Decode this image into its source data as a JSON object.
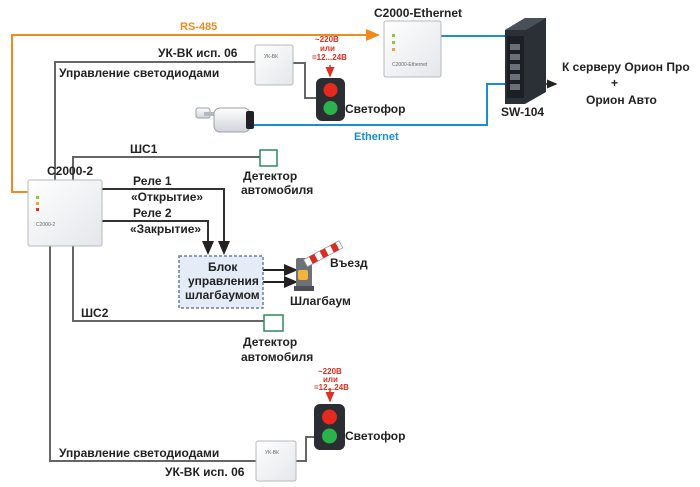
{
  "labels": {
    "rs485": "RS-485",
    "c2000_ethernet": "С2000-Ethernet",
    "uk_vk_top": "УК-ВК исп. 06",
    "led_control_top": "Управление светодиодами",
    "power_top_1": "~220В",
    "power_top_2": "или",
    "power_top_3": "=12...24В",
    "svetofor_top": "Светофор",
    "switch": "SW-104",
    "server_1": "К серверу Орион Про",
    "server_plus": "+",
    "server_2": "Орион Авто",
    "ethernet": "Ethernet",
    "shs1": "ШС1",
    "c2000_2": "С2000-2",
    "detector_top_1": "Детектор",
    "detector_top_2": "автомобиля",
    "rele1": "Реле 1",
    "rele1_open": "«Открытие»",
    "rele2": "Реле 2",
    "rele2_close": "«Закрытие»",
    "block_1": "Блок",
    "block_2": "управления",
    "block_3": "шлагбаумом",
    "entry": "Въезд",
    "barrier": "Шлагбаум",
    "shs2": "ШС2",
    "detector_bot_1": "Детектор",
    "detector_bot_2": "автомобиля",
    "power_bot_1": "~220В",
    "power_bot_2": "или",
    "power_bot_3": "=12...24В",
    "svetofor_bot": "Светофор",
    "led_control_bot": "Управление светодиодами",
    "uk_vk_bot": "УК-ВК исп. 06",
    "device_small_ukvk": "УК-ВК",
    "device_small_c2000": "С2000-2",
    "device_small_eth": "С2000-Ethernet"
  },
  "colors": {
    "rs485_line": "#f08a1d",
    "ethernet_line": "#1a8fd0",
    "wire": "#666666",
    "power_arrow": "#e03020",
    "block_fill": "#e3ecf7",
    "block_border": "#6a7f9a",
    "detector_stroke": "#2e8a5a",
    "light_red": "#e42a1e",
    "light_green": "#2bb24c"
  }
}
